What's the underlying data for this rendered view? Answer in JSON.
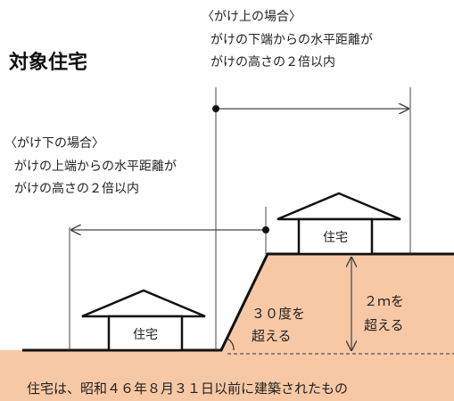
{
  "title": "対象住宅",
  "above_cliff": {
    "heading": "〈がけ上の場合〉",
    "line1": "がけの下端からの水平距離が",
    "line2": "がけの高さの２倍以内"
  },
  "below_cliff": {
    "heading": "〈がけ下の場合〉",
    "line1": "がけの上端からの水平距離が",
    "line2": "がけの高さの２倍以内"
  },
  "house_label": "住宅",
  "slope_label": {
    "line1": "３０度を",
    "line2": "超える"
  },
  "height_label": {
    "line1": "２ｍを",
    "line2": "超える"
  },
  "footer": "住宅は、昭和４６年８月３１日以前に建築されたもの",
  "colors": {
    "ground": "#f6c8a4",
    "line": "#111111",
    "guide": "#444444"
  }
}
